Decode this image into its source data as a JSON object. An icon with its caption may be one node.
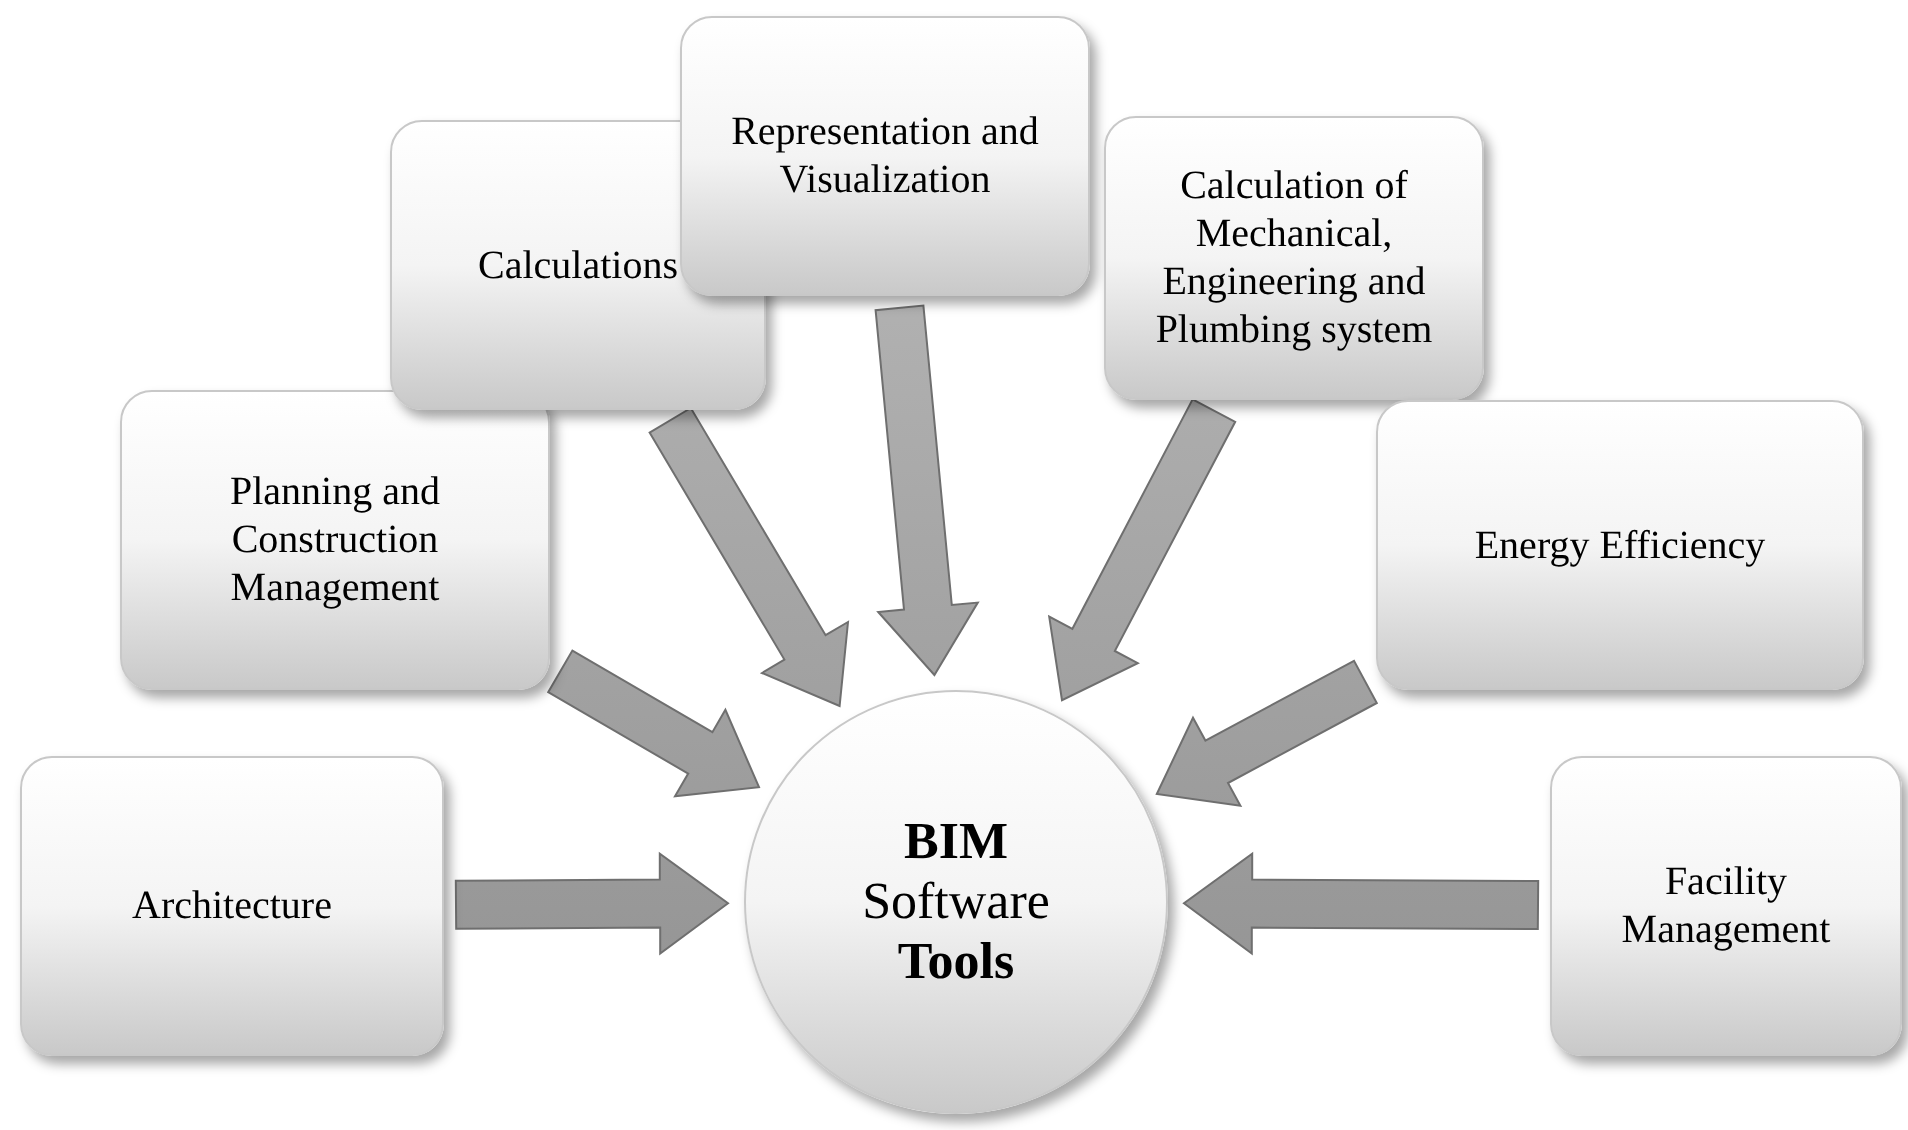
{
  "diagram": {
    "nodes": [
      {
        "text": [
          "Architecture"
        ]
      },
      {
        "text": [
          "Planning and Construction Management"
        ]
      },
      {
        "text": [
          "Calculations"
        ]
      },
      {
        "text": [
          "Representation and Visualization"
        ]
      },
      {
        "text": [
          "Calculation of Mechanical, Engineering and Plumbing system"
        ]
      },
      {
        "text": [
          "Energy Efficiency"
        ]
      },
      {
        "text": [
          "Facility Management"
        ]
      },
      {
        "text": [
          "**BIM** Software **Tools**"
        ]
      }
    ],
    "edges": [
      {
        "from": 0,
        "to": 7,
        "arrow": "to"
      },
      {
        "from": 1,
        "to": 7,
        "arrow": "to"
      },
      {
        "from": 2,
        "to": 7,
        "arrow": "to"
      },
      {
        "from": 3,
        "to": 7,
        "arrow": "to"
      },
      {
        "from": 4,
        "to": 7,
        "arrow": "to"
      },
      {
        "from": 5,
        "to": 7,
        "arrow": "to"
      },
      {
        "from": 6,
        "to": 7,
        "arrow": "to"
      }
    ]
  }
}
